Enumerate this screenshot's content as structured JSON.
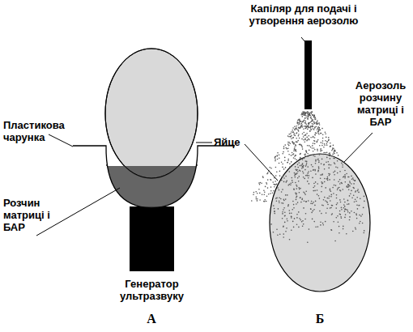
{
  "diagram": {
    "labels": [
      "Пластикова чарунка",
      "Розчин матриці і БАР",
      "Генератор ультразвуку",
      "Яйце",
      "Капіляр для подачі і утворення аерозолю",
      "Аерозоль розчину матриці і БАР",
      "А",
      "Б"
    ]
  }
}
